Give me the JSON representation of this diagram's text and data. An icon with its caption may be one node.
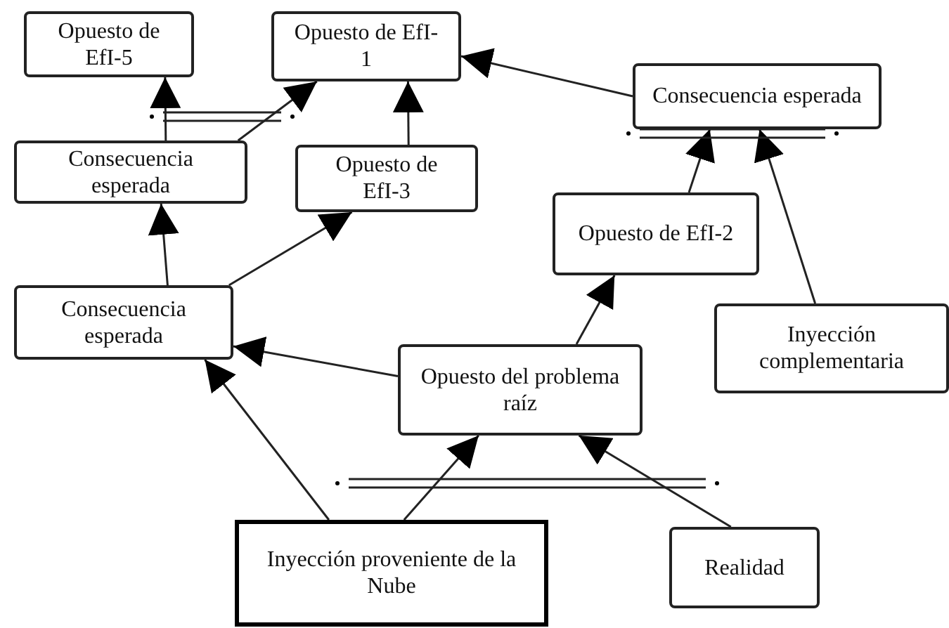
{
  "diagram": {
    "nodes": [
      {
        "text": [
          "Opuesto de EfI-5"
        ]
      },
      {
        "text": [
          "Opuesto de EfI-1"
        ]
      },
      {
        "text": [
          "Consecuencia esperada"
        ]
      },
      {
        "text": [
          "Consecuencia esperada"
        ]
      },
      {
        "text": [
          "Opuesto de EfI-3"
        ]
      },
      {
        "text": [
          "Opuesto de EfI-2"
        ]
      },
      {
        "text": [
          "Consecuencia esperada"
        ]
      },
      {
        "text": [
          "Inyección complementaria"
        ]
      },
      {
        "text": [
          "Opuesto del problema raíz"
        ]
      },
      {
        "text": [
          "Inyección proveniente de la Nube"
        ]
      },
      {
        "text": [
          "Realidad"
        ]
      }
    ],
    "edges": [
      {
        "from": 3,
        "to": 0,
        "arrow": "to"
      },
      {
        "from": 3,
        "to": 1,
        "arrow": "to"
      },
      {
        "from": 4,
        "to": 1,
        "arrow": "to"
      },
      {
        "from": 2,
        "to": 1,
        "arrow": "to"
      },
      {
        "from": 6,
        "to": 3,
        "arrow": "to"
      },
      {
        "from": 6,
        "to": 4,
        "arrow": "to"
      },
      {
        "from": 5,
        "to": 2,
        "arrow": "to"
      },
      {
        "from": 7,
        "to": 2,
        "arrow": "to"
      },
      {
        "from": 8,
        "to": 5,
        "arrow": "to"
      },
      {
        "from": 8,
        "to": 6,
        "arrow": "to"
      },
      {
        "from": 9,
        "to": 6,
        "arrow": "to"
      },
      {
        "from": 9,
        "to": 8,
        "arrow": "to"
      },
      {
        "from": 10,
        "to": 8,
        "arrow": "to"
      }
    ]
  }
}
